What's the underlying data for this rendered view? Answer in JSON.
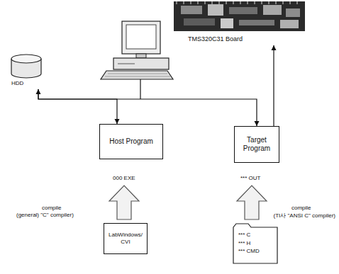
{
  "diagram": {
    "nodes": [
      {
        "text": [
          "TMS320C31 Board"
        ]
      },
      {
        "text": [
          "HDD"
        ]
      },
      {
        "text": [
          "Host Program"
        ]
      },
      {
        "text": [
          "Target Program"
        ]
      },
      {
        "text": [
          "LabWindows/ CVI"
        ]
      },
      {
        "text": [
          "*** C",
          "*** H",
          "*** CMD"
        ]
      }
    ],
    "edges": [
      {
        "from": 1,
        "to": 2,
        "arrow": "both"
      },
      {
        "from": 1,
        "to": 3,
        "arrow": "to"
      },
      {
        "from": 3,
        "to": 0,
        "arrow": "to"
      }
    ],
    "labels": [
      "000 EXE",
      "*** OUT",
      "compile",
      "(general) \"C\" compiler)",
      "compile",
      "(TI사 \"ANSI C\" compiler)"
    ]
  }
}
